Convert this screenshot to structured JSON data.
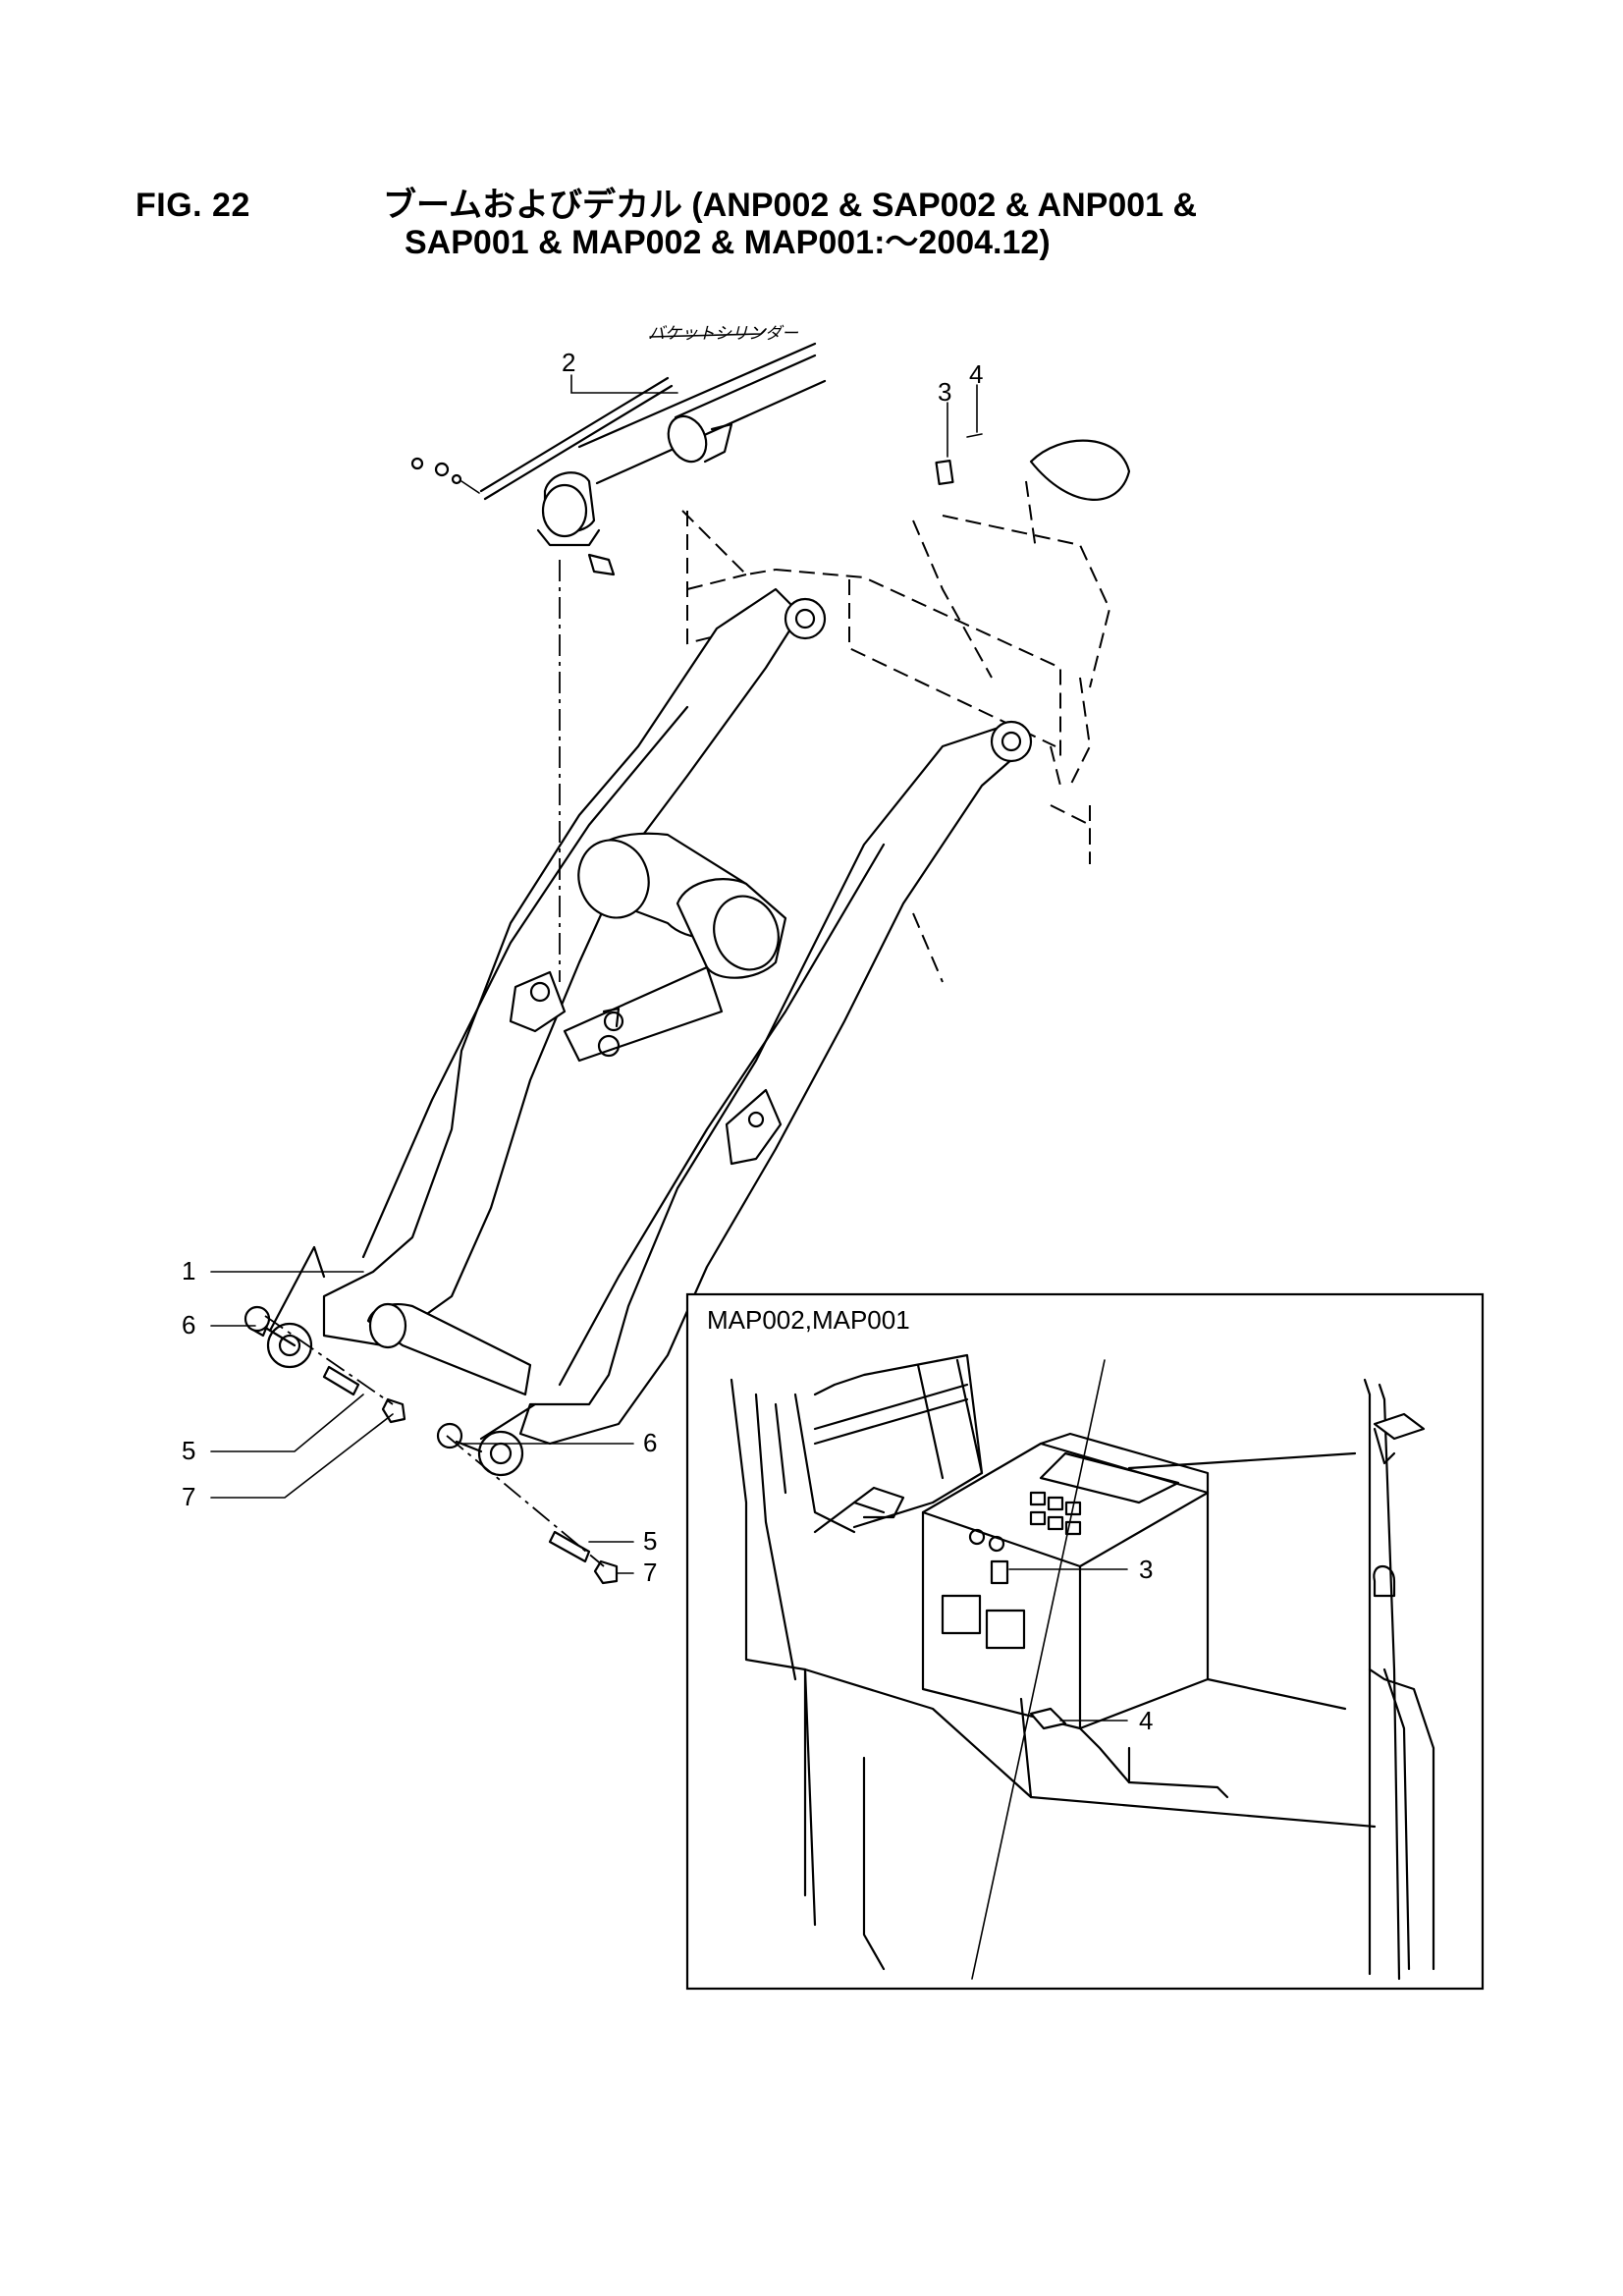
{
  "header": {
    "fig_label": "FIG. 22",
    "title_line1": "ブームおよびデカル (ANP002 & SAP002 & ANP001 &",
    "title_line2": "SAP001 & MAP002 & MAP001:～2004.12)"
  },
  "diagram": {
    "annotation_bucket_cylinder": "バケットシリンダー",
    "callouts": {
      "c1": "1",
      "c2": "2",
      "c3_top": "3",
      "c4_top": "4",
      "c5_left": "5",
      "c5_right": "5",
      "c6_left": "6",
      "c6_right": "6",
      "c7_left": "7",
      "c7_right": "7"
    },
    "inset": {
      "label": "MAP002,MAP001",
      "callout_3": "3",
      "callout_4": "4"
    }
  }
}
